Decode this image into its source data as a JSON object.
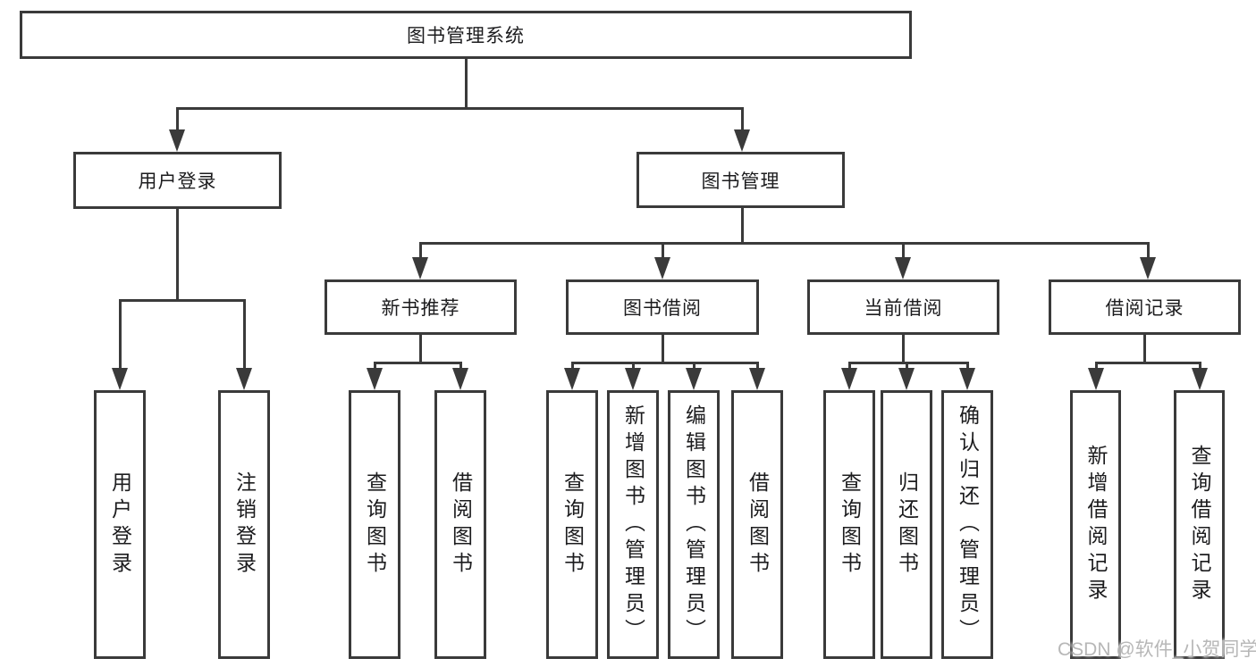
{
  "tree": {
    "label": "图书管理系统",
    "children": [
      {
        "label": "用户登录",
        "children": [
          {
            "label": "用户登录"
          },
          {
            "label": "注销登录"
          }
        ]
      },
      {
        "label": "图书管理",
        "children": [
          {
            "label": "新书推荐",
            "children": [
              {
                "label": "查询图书"
              },
              {
                "label": "借阅图书"
              }
            ]
          },
          {
            "label": "图书借阅",
            "children": [
              {
                "label": "查询图书"
              },
              {
                "label": "新增图书（管理员）"
              },
              {
                "label": "编辑图书（管理员）"
              },
              {
                "label": "借阅图书"
              }
            ]
          },
          {
            "label": "当前借阅",
            "children": [
              {
                "label": "查询图书"
              },
              {
                "label": "归还图书"
              },
              {
                "label": "确认归还（管理员）"
              }
            ]
          },
          {
            "label": "借阅记录",
            "children": [
              {
                "label": "新增借阅记录"
              },
              {
                "label": "查询借阅记录"
              }
            ]
          }
        ]
      }
    ]
  },
  "watermark": {
    "text": "CSDN @软件_小贺同学"
  },
  "colors": {
    "line": "#3a3a3a",
    "text": "#1c1c1e",
    "watermark_gray": "#b7b7b7",
    "background": "#ffffff"
  }
}
